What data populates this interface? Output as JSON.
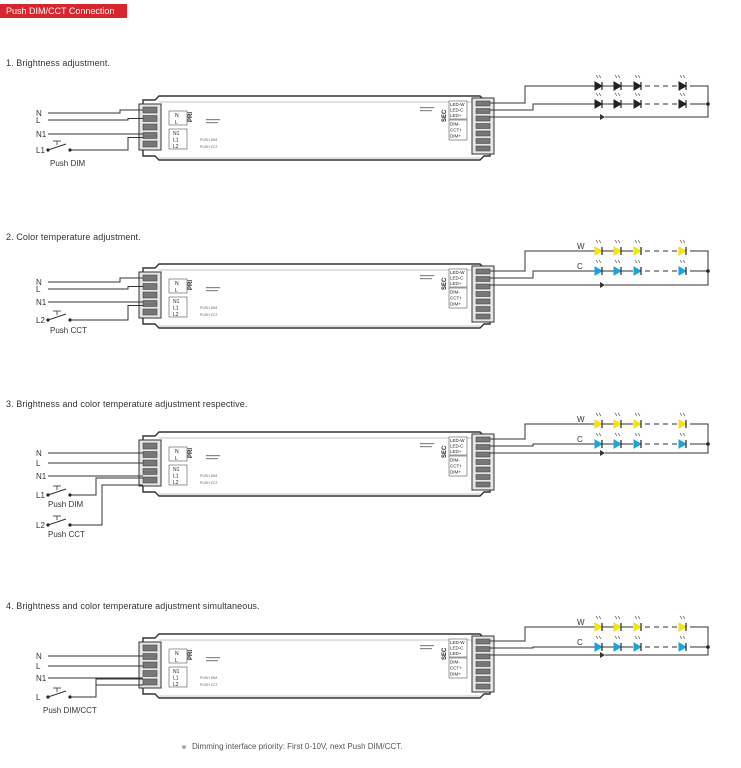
{
  "header": {
    "label": "Push DIM/CCT Connection"
  },
  "sections": [
    {
      "title": "1. Brightness adjustment.",
      "left_wires": [
        "N",
        "L",
        "N1",
        "L1"
      ],
      "switches": [
        "Push DIM"
      ],
      "led_labels": [],
      "led_colors": [
        "#222222",
        "#222222"
      ]
    },
    {
      "title": "2. Color temperature adjustment.",
      "left_wires": [
        "N",
        "L",
        "N1",
        "L2"
      ],
      "switches": [
        "Push CCT"
      ],
      "led_labels": [
        "W",
        "C"
      ],
      "led_colors": [
        "#f2e311",
        "#1aa6d8"
      ]
    },
    {
      "title": "3. Brightness and color temperature adjustment respective.",
      "left_wires": [
        "N",
        "L",
        "N1",
        "L1",
        "L2"
      ],
      "switches": [
        "Push DIM",
        "Push CCT"
      ],
      "led_labels": [
        "W",
        "C"
      ],
      "led_colors": [
        "#f2e311",
        "#1aa6d8"
      ]
    },
    {
      "title": "4. Brightness and color temperature adjustment simultaneous.",
      "left_wires": [
        "N",
        "L",
        "N1",
        "L"
      ],
      "switches": [
        "Push DIM/CCT"
      ],
      "led_labels": [
        "W",
        "C"
      ],
      "led_colors": [
        "#f2e311",
        "#1aa6d8"
      ]
    }
  ],
  "driver": {
    "pri_label": "PRI",
    "sec_label": "SEC",
    "input_terms": [
      "N",
      "L"
    ],
    "dim_terms": [
      "N1",
      "L1",
      "L2"
    ],
    "push_dim_label": "PUSH DIM",
    "push_cct_label": "PUSH CCT",
    "output_terms": [
      "LED-W",
      "LED-C",
      "LED+",
      "DIM-",
      "CCT+",
      "DIM+"
    ]
  },
  "note": "Dimming interface priority: First 0-10V, next Push DIM/CCT."
}
